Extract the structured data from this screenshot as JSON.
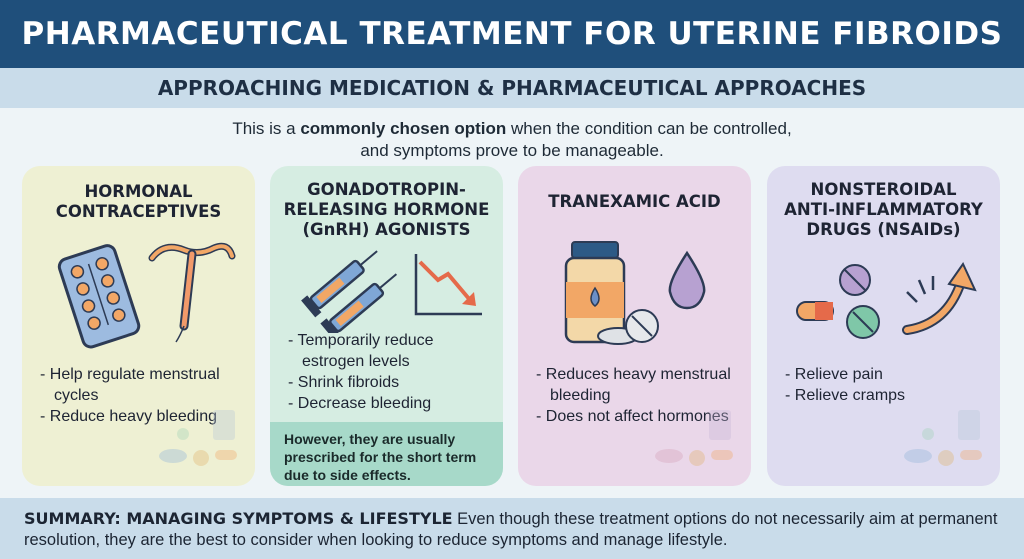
{
  "header": {
    "title": "PHARMACEUTICAL TREATMENT FOR UTERINE FIBROIDS"
  },
  "subheader": {
    "title": "APPROACHING MEDICATION & PHARMACEUTICAL APPROACHES"
  },
  "intro": {
    "pre": "This is a ",
    "bold": "commonly chosen option",
    "post": " when the condition can be controlled,",
    "line2": "and symptoms prove to be manageable."
  },
  "colors": {
    "header_bg": "#1f4f7b",
    "subheader_bg": "#c9dcea",
    "card1": "#eef0d3",
    "card2": "#d6ede2",
    "card3": "#ead7e9",
    "card4": "#dedcf0",
    "note_bg": "#a7d9c9"
  },
  "cards": [
    {
      "title_lines": [
        "HORMONAL",
        "CONTRACEPTIVES"
      ],
      "icons": [
        "pill-pack-icon",
        "iud-icon"
      ],
      "items": [
        "Help regulate menstrual cycles",
        "Reduce heavy bleeding"
      ]
    },
    {
      "title_lines": [
        "GONADOTROPIN-",
        "RELEASING HORMONE",
        "(GnRH) AGONISTS"
      ],
      "icons": [
        "syringe-icon",
        "decline-chart-icon"
      ],
      "items": [
        "Temporarily reduce estrogen levels",
        "Shrink fibroids",
        "Decrease bleeding"
      ],
      "note": "However, they are usually prescribed for the short term due to side effects."
    },
    {
      "title_lines": [
        "TRANEXAMIC ACID"
      ],
      "icons": [
        "medicine-bottle-icon",
        "droplet-icon",
        "tablet-icon"
      ],
      "items": [
        "Reduces heavy menstrual bleeding",
        "Does not affect hormones"
      ]
    },
    {
      "title_lines": [
        "NONSTEROIDAL",
        "ANTI-INFLAMMATORY",
        "DRUGS (NSAIDs)"
      ],
      "icons": [
        "pills-icon",
        "relief-arrow-icon"
      ],
      "items": [
        "Relieve pain",
        "Relieve cramps"
      ]
    }
  ],
  "summary": {
    "lead": "SUMMARY: MANAGING SYMPTOMS & LIFESTYLE",
    "text": " Even though these treatment options do not necessarily aim at permanent resolution, they are the best to consider when looking to reduce symptoms and manage lifestyle."
  }
}
